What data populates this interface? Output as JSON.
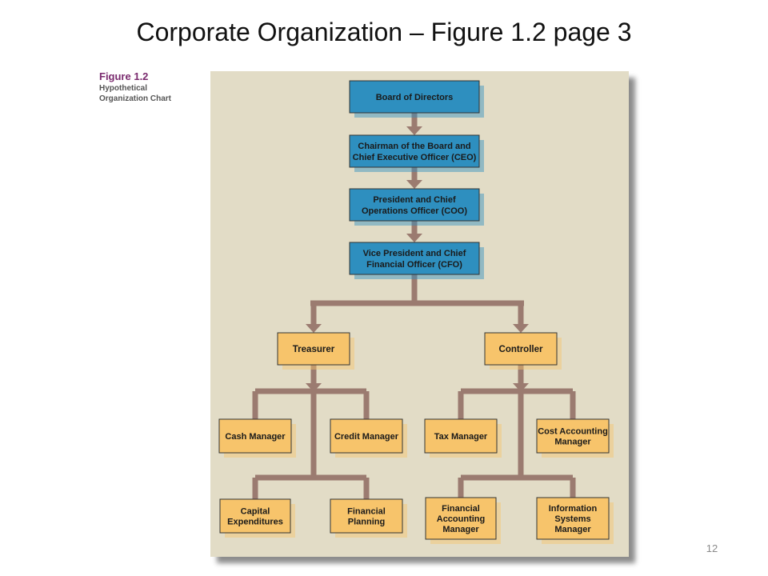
{
  "slide": {
    "title": "Corporate Organization – Figure 1.2 page 3",
    "page_number": "12"
  },
  "figure": {
    "label": "Figure 1.2",
    "description_line1": "Hypothetical",
    "description_line2": "Organization Chart"
  },
  "colors": {
    "panel": "#e2dcc6",
    "executive_box": "#2e8fbf",
    "manager_box": "#f7c46b",
    "connector": "#9b7b70"
  },
  "org_chart": {
    "executives": [
      {
        "id": "board",
        "lines": [
          "Board of Directors"
        ]
      },
      {
        "id": "ceo",
        "lines": [
          "Chairman of the Board and",
          "Chief Executive Officer (CEO)"
        ]
      },
      {
        "id": "coo",
        "lines": [
          "President and Chief",
          "Operations Officer (COO)"
        ]
      },
      {
        "id": "cfo",
        "lines": [
          "Vice President and Chief",
          "Financial Officer (CFO)"
        ]
      }
    ],
    "divisions": [
      {
        "id": "treasurer",
        "lines": [
          "Treasurer"
        ],
        "reports": [
          {
            "id": "cash-manager",
            "lines": [
              "Cash Manager"
            ]
          },
          {
            "id": "credit-manager",
            "lines": [
              "Credit Manager"
            ]
          },
          {
            "id": "capital-expenditures",
            "lines": [
              "Capital",
              "Expenditures"
            ]
          },
          {
            "id": "financial-planning",
            "lines": [
              "Financial",
              "Planning"
            ]
          }
        ]
      },
      {
        "id": "controller",
        "lines": [
          "Controller"
        ],
        "reports": [
          {
            "id": "tax-manager",
            "lines": [
              "Tax Manager"
            ]
          },
          {
            "id": "cost-accounting-manager",
            "lines": [
              "Cost Accounting",
              "Manager"
            ]
          },
          {
            "id": "financial-accounting-manager",
            "lines": [
              "Financial",
              "Accounting",
              "Manager"
            ]
          },
          {
            "id": "information-systems-manager",
            "lines": [
              "Information",
              "Systems",
              "Manager"
            ]
          }
        ]
      }
    ]
  }
}
